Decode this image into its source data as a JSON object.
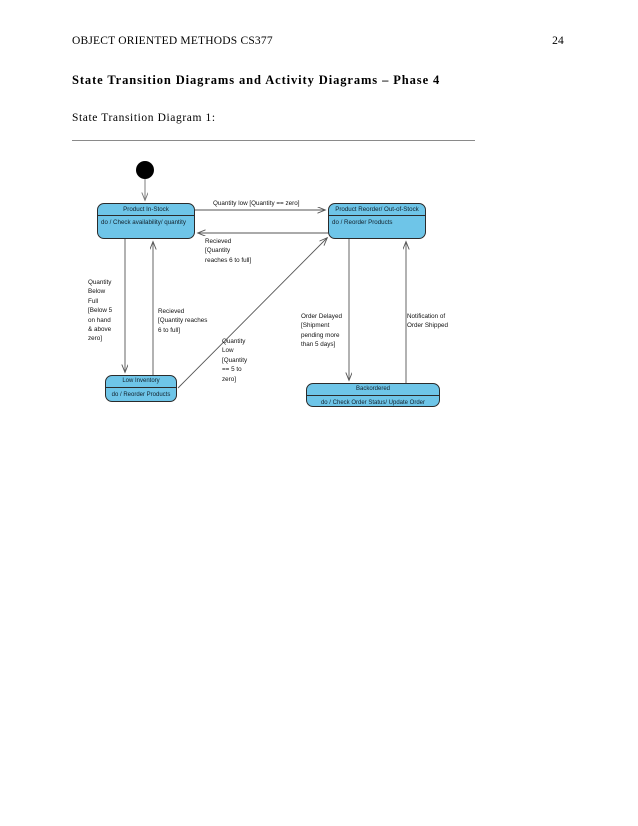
{
  "document": {
    "header": {
      "course": "OBJECT ORIENTED METHODS CS377",
      "page_number": "24"
    },
    "title": "State Transition Diagrams and Activity Diagrams – Phase 4",
    "subtitle": "State Transition  Diagram  1:"
  },
  "colors": {
    "state_fill": "#6ec5e8",
    "state_stroke": "#2b2b2b",
    "edge_stroke": "#555555",
    "initial_node": "#000000",
    "rule": "#8a8a8a"
  },
  "diagram": {
    "type": "uml-state-transition",
    "initial_state": {
      "name": "initial-pseudostate",
      "shape": "filled-circle"
    },
    "states": [
      {
        "id": "in-stock",
        "name": "Product In-Stock",
        "activity": "do / Check availability/ quantity"
      },
      {
        "id": "reorder",
        "name": "Product Reorder/ Out-of-Stock",
        "activity": "do / Reorder Products"
      },
      {
        "id": "low-inventory",
        "name": "Low Inventory",
        "activity": "do / Reorder Products"
      },
      {
        "id": "backordered",
        "name": "Backordered",
        "activity": "do / Check Order Status/ Update Order"
      }
    ],
    "transitions": [
      {
        "id": "t1",
        "from": "initial",
        "to": "in-stock",
        "label": ""
      },
      {
        "id": "t2",
        "from": "in-stock",
        "to": "reorder",
        "label": "Quantity low [Quantity == zero]"
      },
      {
        "id": "t3",
        "from": "reorder",
        "to": "in-stock",
        "label": "Recieved\n[Quantity\nreaches 6 to full]"
      },
      {
        "id": "t4",
        "from": "in-stock",
        "to": "low-inventory",
        "label": "Quantity\nBelow\nFull\n[Below 5\non hand\n& above\nzero]"
      },
      {
        "id": "t5",
        "from": "low-inventory",
        "to": "in-stock",
        "label": "Recieved\n[Quantity reaches\n6 to full]"
      },
      {
        "id": "t6",
        "from": "low-inventory",
        "to": "reorder",
        "label": "Quantity\nLow\n[Quantity\n== 5 to\nzero]"
      },
      {
        "id": "t7",
        "from": "reorder",
        "to": "backordered",
        "label": "Order Delayed\n[Shipment\npending more\nthan 5 days]"
      },
      {
        "id": "t8",
        "from": "backordered",
        "to": "reorder",
        "label": "Notification of\nOrder Shipped"
      }
    ]
  }
}
